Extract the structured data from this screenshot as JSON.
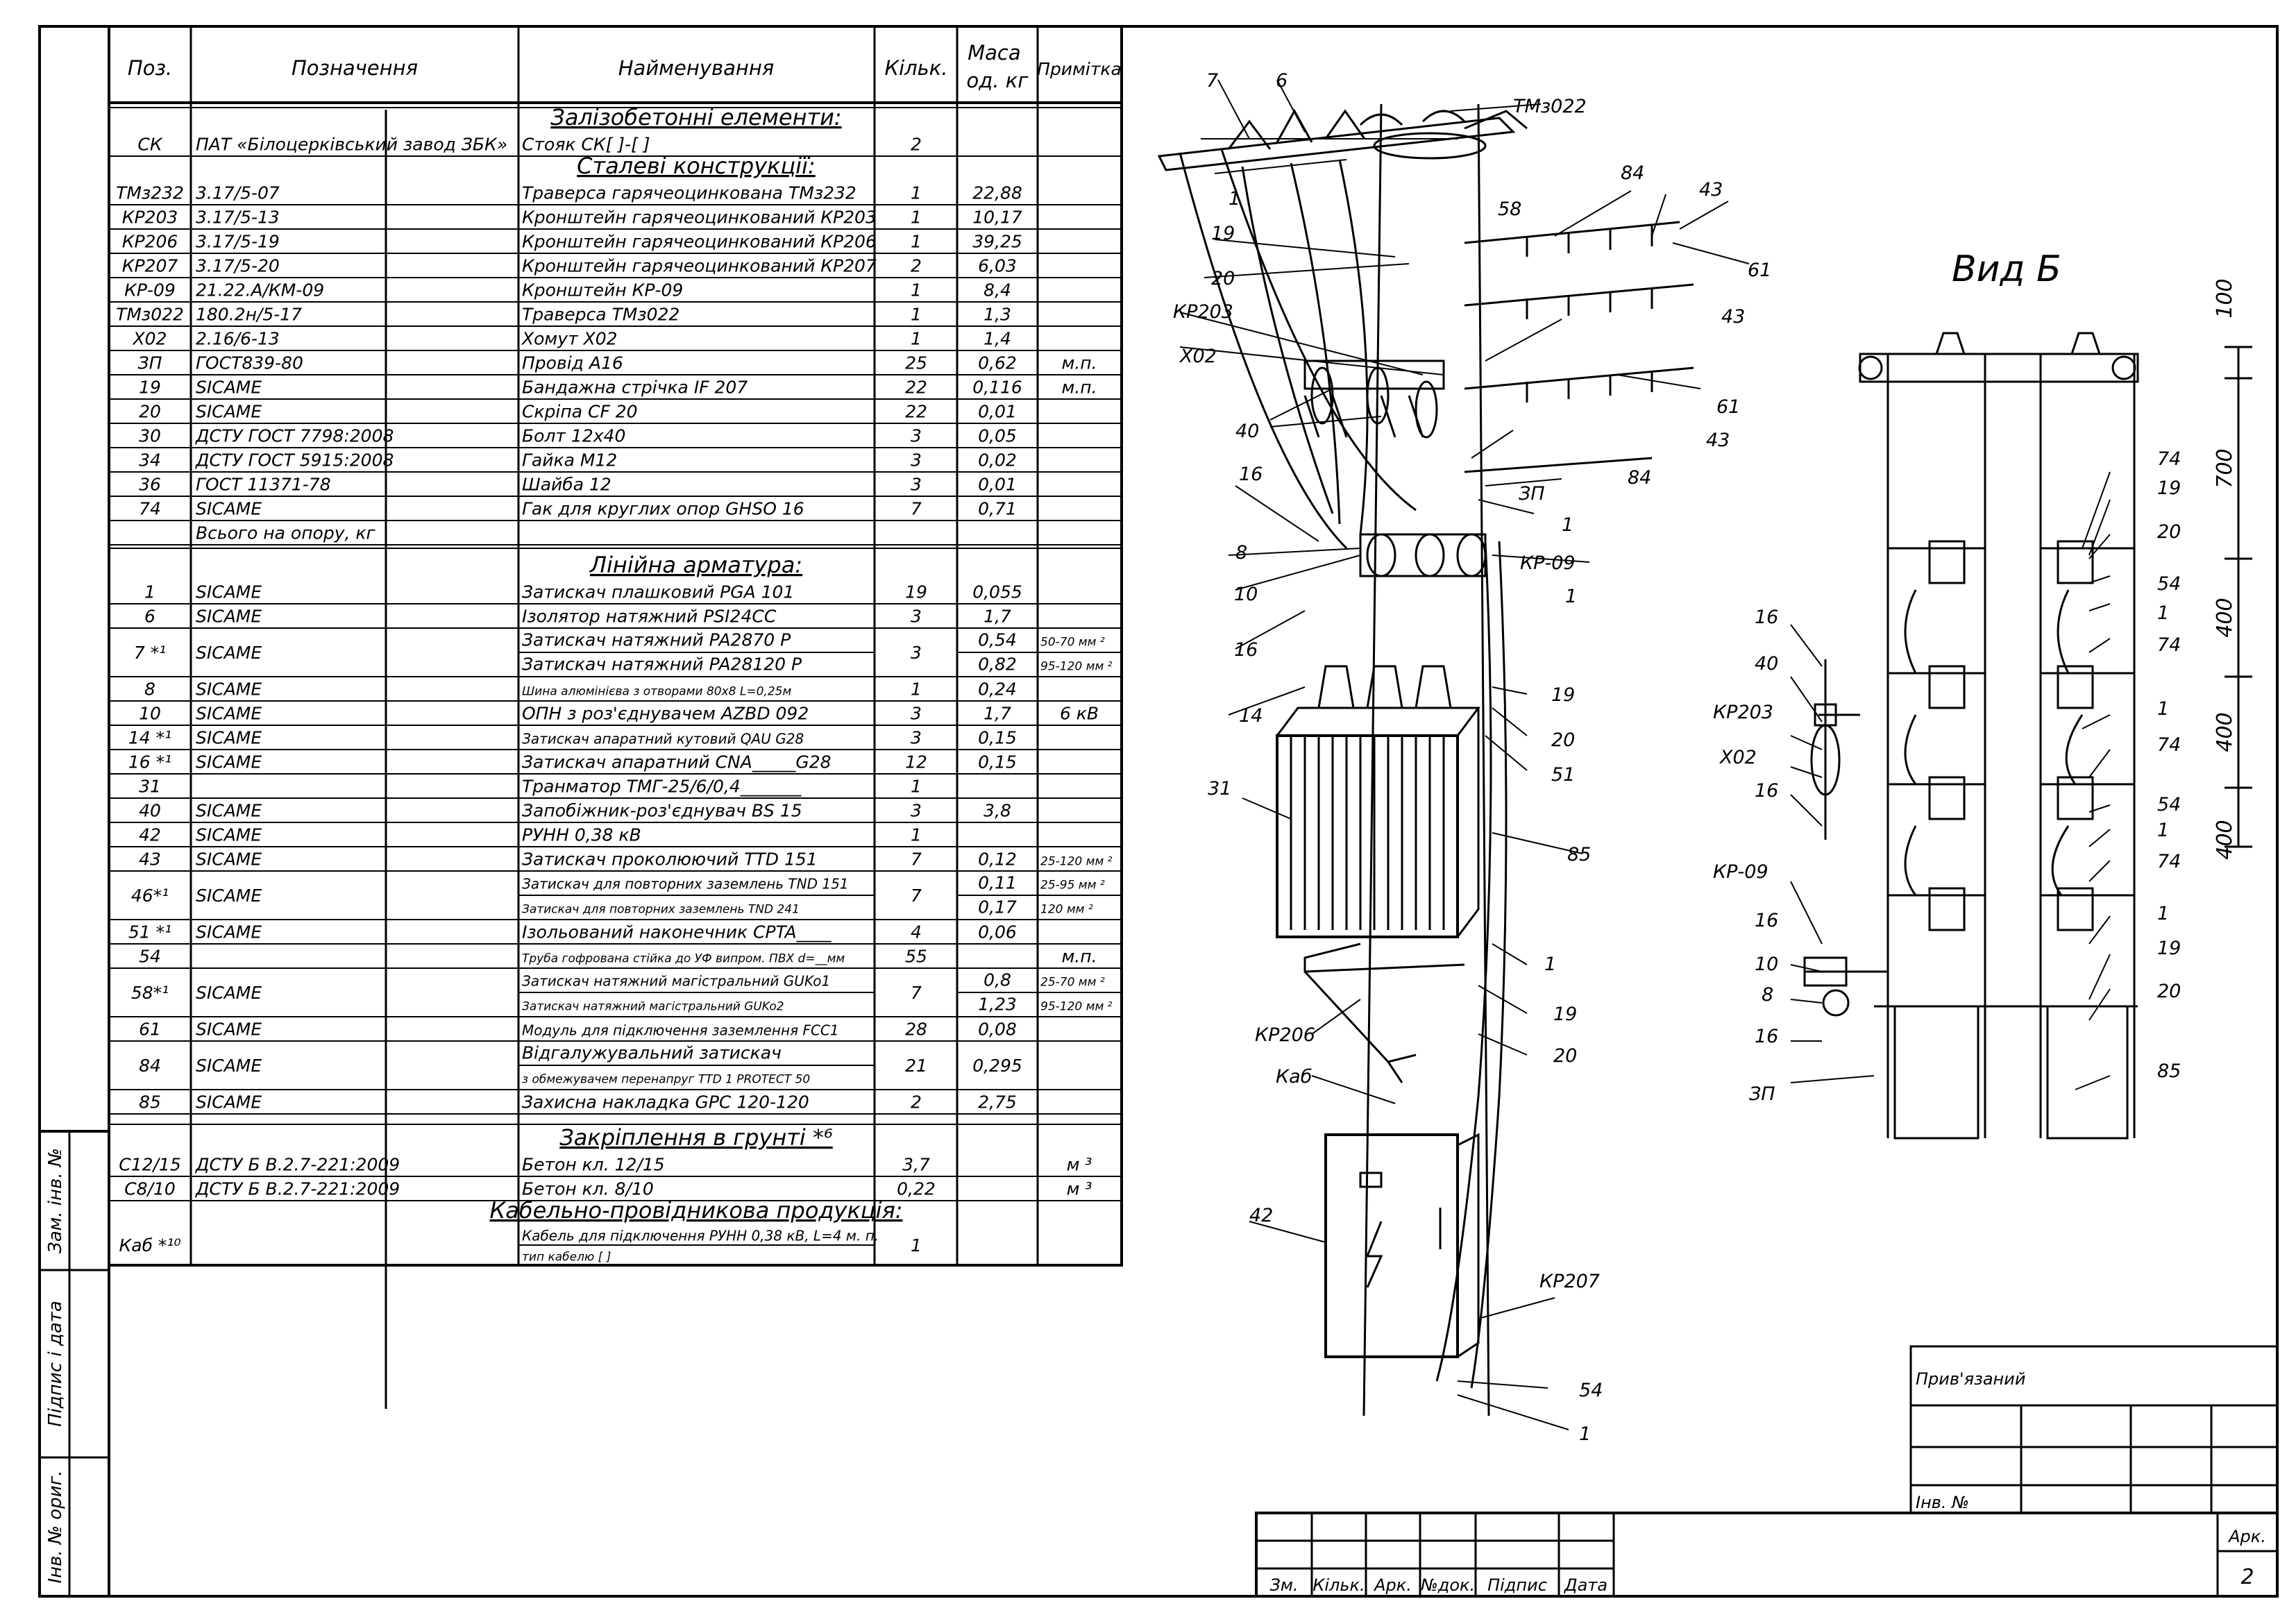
{
  "spec_table": {
    "headers": [
      "Поз.",
      "Позначення",
      "Найменування",
      "Кільк.",
      "Маса од. кг",
      "Примітка"
    ],
    "sections": {
      "s1": "Залізобетонні елементи:",
      "s2": "Сталеві конструкції:",
      "s3": "Лінійна арматура:",
      "s4": "Закріплення в грунті *⁶",
      "s5": "Кабельно-провідникова продукція:"
    },
    "rows": {
      "r1": {
        "pos": "СК",
        "des": "ПАТ «Білоцерківський завод ЗБК»",
        "name": "Стояк СК[          ]-[   ]",
        "qty": "2",
        "mass": "",
        "note": ""
      },
      "r2": {
        "pos": "ТМз232",
        "des": "3.17/5-07",
        "name": "Траверса гарячеоцинкована ТМз232",
        "qty": "1",
        "mass": "22,88",
        "note": ""
      },
      "r3": {
        "pos": "КР203",
        "des": "3.17/5-13",
        "name": "Кронштейн гарячеоцинкований КР203",
        "qty": "1",
        "mass": "10,17",
        "note": ""
      },
      "r4": {
        "pos": "КР206",
        "des": "3.17/5-19",
        "name": "Кронштейн гарячеоцинкований КР206",
        "qty": "1",
        "mass": "39,25",
        "note": ""
      },
      "r5": {
        "pos": "КР207",
        "des": "3.17/5-20",
        "name": "Кронштейн гарячеоцинкований КР207",
        "qty": "2",
        "mass": "6,03",
        "note": ""
      },
      "r6": {
        "pos": "КР-09",
        "des": "21.22.А/КМ-09",
        "name": "Кронштейн КР-09",
        "qty": "1",
        "mass": "8,4",
        "note": ""
      },
      "r7": {
        "pos": "ТМз022",
        "des": "180.2н/5-17",
        "name": "Траверса ТМз022",
        "qty": "1",
        "mass": "1,3",
        "note": ""
      },
      "r8": {
        "pos": "Х02",
        "des": "2.16/6-13",
        "name": "Хомут Х02",
        "qty": "1",
        "mass": "1,4",
        "note": ""
      },
      "r9": {
        "pos": "ЗП",
        "des": "ГОСТ839-80",
        "name": "Провід А16",
        "qty": "25",
        "mass": "0,62",
        "note": "м.п."
      },
      "r10": {
        "pos": "19",
        "des": "SICAME",
        "name": "Бандажна стрічка IF 207",
        "qty": "22",
        "mass": "0,116",
        "note": "м.п."
      },
      "r11": {
        "pos": "20",
        "des": "SICAME",
        "name": "Скріпа CF 20",
        "qty": "22",
        "mass": "0,01",
        "note": ""
      },
      "r12": {
        "pos": "30",
        "des": "ДСТУ ГОСТ 7798:2008",
        "name": "Болт 12х40",
        "qty": "3",
        "mass": "0,05",
        "note": ""
      },
      "r13": {
        "pos": "34",
        "des": "ДСТУ ГОСТ 5915:2008",
        "name": "Гайка М12",
        "qty": "3",
        "mass": "0,02",
        "note": ""
      },
      "r14": {
        "pos": "36",
        "des": "ГОСТ 11371-78",
        "name": "Шайба 12",
        "qty": "3",
        "mass": "0,01",
        "note": ""
      },
      "r15": {
        "pos": "74",
        "des": "SICAME",
        "name": "Гак для круглих опор GHSO 16",
        "qty": "7",
        "mass": "0,71",
        "note": ""
      },
      "r16": {
        "pos": "",
        "des": "Всього на опору, кг",
        "name": "",
        "qty": "",
        "mass": "",
        "note": ""
      },
      "r17": {
        "pos": "1",
        "des": "SICAME",
        "name": "Затискач плашковий PGA 101",
        "qty": "19",
        "mass": "0,055",
        "note": ""
      },
      "r18": {
        "pos": "6",
        "des": "SICAME",
        "name": "Ізолятор натяжний PSI24CC",
        "qty": "3",
        "mass": "1,7",
        "note": ""
      },
      "r19": {
        "pos": "7 *¹",
        "des": "SICAME",
        "name1": "Затискач натяжний PA2870 P",
        "name2": "Затискач натяжний PA28120 P",
        "qty": "3",
        "mass1": "0,54",
        "mass2": "0,82",
        "note1": "50-70 мм ²",
        "note2": "95-120 мм ²"
      },
      "r20": {
        "pos": "8",
        "des": "SICAME",
        "name": "Шина алюмінієва з отворами 80х8 L=0,25м",
        "qty": "1",
        "mass": "0,24",
        "note": ""
      },
      "r21": {
        "pos": "10",
        "des": "SICAME",
        "name": "ОПН з роз'єднувачем AZBD 092",
        "qty": "3",
        "mass": "1,7",
        "note": "6 кВ"
      },
      "r22": {
        "pos": "14  *¹",
        "des": "SICAME",
        "name": "Затискач апаратний кутовий QAU   G28",
        "qty": "3",
        "mass": "0,15",
        "note": ""
      },
      "r23": {
        "pos": "16  *¹",
        "des": "SICAME",
        "name": "Затискач апаратний CNA_____G28",
        "qty": "12",
        "mass": "0,15",
        "note": ""
      },
      "r24": {
        "pos": "31",
        "des": "",
        "name": "Транматор ТМГ-25/6/0,4_______",
        "qty": "1",
        "mass": "",
        "note": ""
      },
      "r25": {
        "pos": "40",
        "des": "SICAME",
        "name": "Запобіжник-роз'єднувач BS 15",
        "qty": "3",
        "mass": "3,8",
        "note": ""
      },
      "r26": {
        "pos": "42",
        "des": "SICAME",
        "name": "РУНН 0,38 кВ",
        "qty": "1",
        "mass": "",
        "note": ""
      },
      "r27": {
        "pos": "43",
        "des": "SICAME",
        "name": "Затискач проколюючий TTD 151",
        "qty": "7",
        "mass": "0,12",
        "note": "25-120 мм ²"
      },
      "r28": {
        "pos": "46*¹",
        "des": "SICAME",
        "name1": "Затискач для повторних заземлень TND 151",
        "name2": "Затискач для повторних заземлень TND 241",
        "qty": "7",
        "mass1": "0,11",
        "mass2": "0,17",
        "note1": "25-95 мм ²",
        "note2": "120 мм ²"
      },
      "r29": {
        "pos": "51 *¹",
        "des": "SICAME",
        "name": "Ізольований наконечник CPTA____",
        "qty": "4",
        "mass": "0,06",
        "note": ""
      },
      "r30": {
        "pos": "54",
        "des": "",
        "name": "Труба гофрована стійка до УФ випром. ПВХ d=__мм",
        "qty": "55",
        "mass": "",
        "note": "м.п."
      },
      "r31": {
        "pos": "58*¹",
        "des": "SICAME",
        "name1": "Затискач натяжний магістральний GUKo1",
        "name2": "Затискач натяжний магістральний GUKo2",
        "qty": "7",
        "mass1": "0,8",
        "mass2": "1,23",
        "note1": "25-70 мм ²",
        "note2": "95-120 мм ²"
      },
      "r32": {
        "pos": "61",
        "des": "SICAME",
        "name": "Модуль для підключення заземлення FCC1",
        "qty": "28",
        "mass": "0,08",
        "note": ""
      },
      "r33": {
        "pos": "84",
        "des": "SICAME",
        "name1": "Відгалужувальний затискач",
        "name2": "з обмежувачем перенапруг TTD 1 PROTECT 50",
        "qty": "21",
        "mass": "0,295",
        "note": ""
      },
      "r34": {
        "pos": "85",
        "des": "SICAME",
        "name": "Захисна накладка GPC 120-120",
        "qty": "2",
        "mass": "2,75",
        "note": ""
      },
      "r35": {
        "pos": "С12/15",
        "des": "ДСТУ Б В.2.7-221:2009",
        "name": "Бетон кл. 12/15",
        "qty": "3,7",
        "mass": "",
        "note": "м ³"
      },
      "r36": {
        "pos": "С8/10",
        "des": "ДСТУ Б В.2.7-221:2009",
        "name": "Бетон кл. 8/10",
        "qty": "0,22",
        "mass": "",
        "note": "м ³"
      },
      "r37": {
        "pos": "Каб *¹⁰",
        "des": "",
        "name1": "Кабель для підключення РУНН 0,38 кВ, L=4 м. п.",
        "name2": "тип кабелю [                                    ]",
        "qty": "1",
        "mass": "",
        "note": ""
      }
    }
  },
  "left_side": {
    "box1": "Зам. інв. №",
    "box2": "Підпис і дата",
    "box3": "Інв. № ориг."
  },
  "drawing": {
    "callouts": {
      "c7": "7",
      "c6": "6",
      "tmz022": "ТМз022",
      "c84a": "84",
      "c43a": "43",
      "c1a": "1",
      "c58": "58",
      "c19a": "19",
      "c20a": "20",
      "c61a": "61",
      "kr203": "КР203",
      "c43b": "43",
      "x02": "Х02",
      "c61b": "61",
      "c40": "40",
      "c43c": "43",
      "c84b": "84",
      "c16a": "16",
      "zp": "ЗП",
      "c1b": "1",
      "c8": "8",
      "kr09": "КР-09",
      "c10": "10",
      "c1c": "1",
      "c16b": "16",
      "c19b": "19",
      "c14": "14",
      "c20b": "20",
      "c51": "51",
      "c31": "31",
      "c85": "85",
      "c1d": "1",
      "c19c": "19",
      "kr206": "КР206",
      "c20c": "20",
      "kab": "Каб",
      "c42": "42",
      "kr207": "КР207",
      "c54": "54",
      "c1e": "1"
    },
    "view_b": {
      "title": "Вид Б",
      "dims": {
        "d100": "100",
        "d700": "700",
        "d400a": "400",
        "d400b": "400",
        "d400c": "400"
      },
      "callouts": {
        "c74a": "74",
        "c19a": "19",
        "c20a": "20",
        "c54a": "54",
        "c1a": "1",
        "c74b": "74",
        "c16a": "16",
        "c40": "40",
        "c1b": "1",
        "kr203": "КР203",
        "c74c": "74",
        "x02": "Х02",
        "c54b": "54",
        "c16b": "16",
        "c1c": "1",
        "c74d": "74",
        "kr09": "КР-09",
        "c1d": "1",
        "c16c": "16",
        "c19b": "19",
        "c10": "10",
        "c20b": "20",
        "c8": "8",
        "c16d": "16",
        "c85": "85",
        "zp": "ЗП"
      }
    }
  },
  "title_block": {
    "linked": "Прив'язаний",
    "inv": "Інв. №",
    "cols": [
      "Зм.",
      "Кільк.",
      "Арк.",
      "№док.",
      "Підпис",
      "Дата"
    ],
    "sheet_label": "Арк.",
    "sheet_no": "2"
  }
}
